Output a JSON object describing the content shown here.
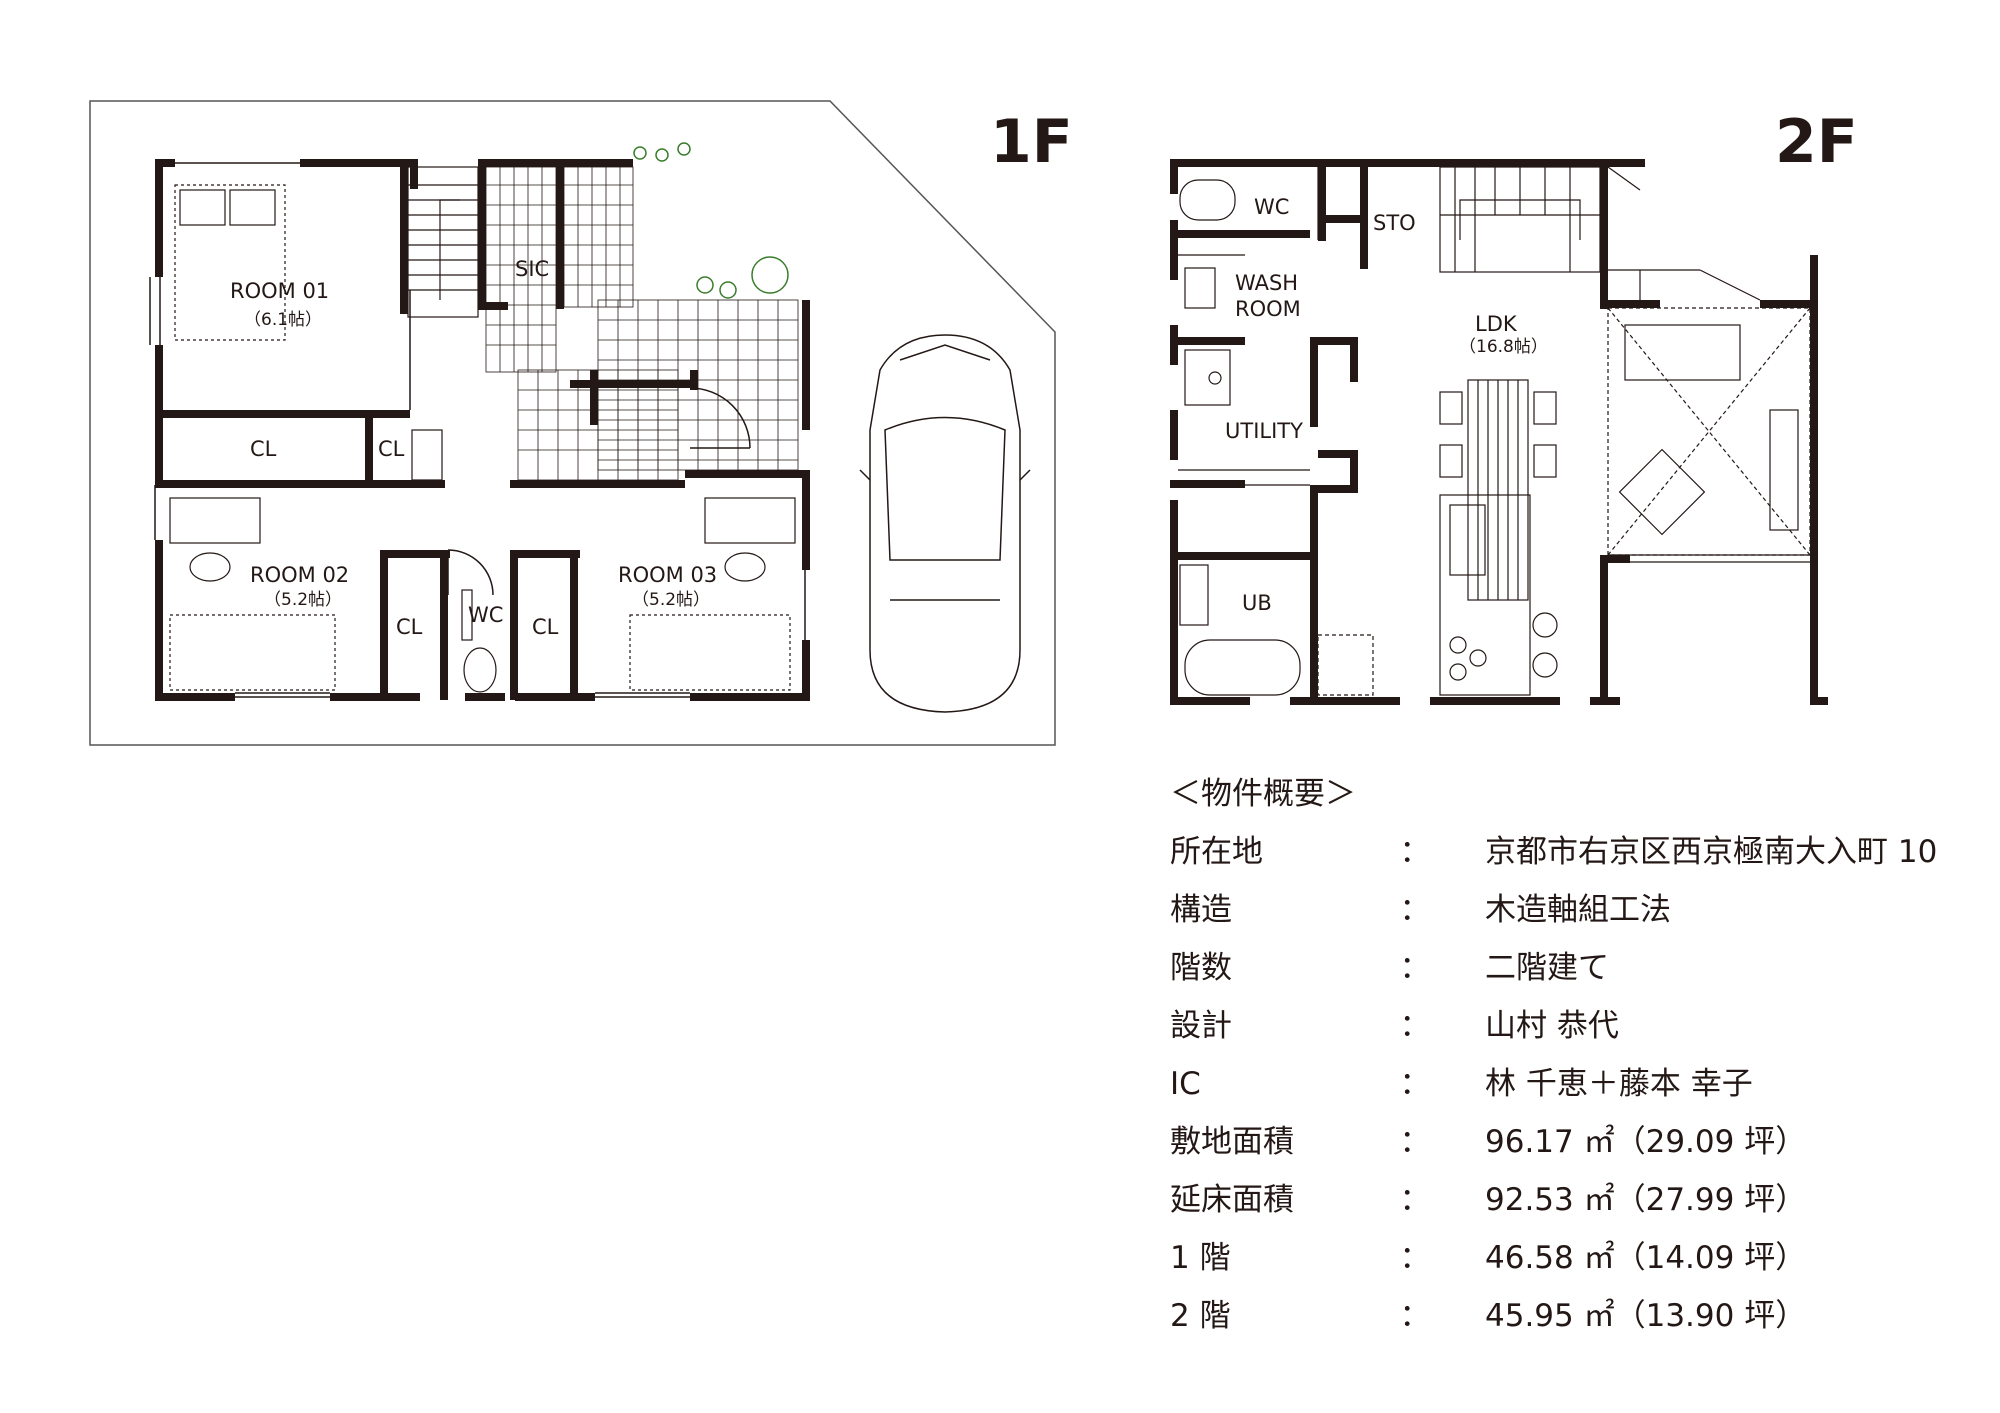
{
  "floors": [
    {
      "title": "1F"
    },
    {
      "title": "2F"
    }
  ],
  "rooms_1f": [
    {
      "name": "ROOM 01",
      "area": "（6.1帖）"
    },
    {
      "name": "CL"
    },
    {
      "name": "CL"
    },
    {
      "name": "SIC"
    },
    {
      "name": "ROOM 02",
      "area": "（5.2帖）"
    },
    {
      "name": "CL"
    },
    {
      "name": "WC"
    },
    {
      "name": "CL"
    },
    {
      "name": "ROOM 03",
      "area": "（5.2帖）"
    }
  ],
  "rooms_2f": [
    {
      "name": "WC"
    },
    {
      "name": "STO"
    },
    {
      "name": "WASH"
    },
    {
      "name": "ROOM"
    },
    {
      "name": "LDK",
      "area": "（16.8帖）"
    },
    {
      "name": "UTILITY"
    },
    {
      "name": "UB"
    }
  ],
  "spec": {
    "heading": "＜物件概要＞",
    "rows": [
      {
        "label": "所在地",
        "colon": "：",
        "value": "京都市右京区西京極南大入町 10"
      },
      {
        "label": "構造",
        "colon": "：",
        "value": "木造軸組工法"
      },
      {
        "label": "階数",
        "colon": "：",
        "value": "二階建て"
      },
      {
        "label": "設計",
        "colon": "：",
        "value": "山村 恭代"
      },
      {
        "label": "IC",
        "colon": "：",
        "value": "林 千恵＋藤本 幸子"
      },
      {
        "label": "敷地面積",
        "colon": "：",
        "value": "96.17 ㎡（29.09 坪）"
      },
      {
        "label": "延床面積",
        "colon": "：",
        "value": "92.53 ㎡（27.99 坪）"
      },
      {
        "label": "1 階",
        "colon": "：",
        "value": "46.58 ㎡（14.09 坪）"
      },
      {
        "label": "2 階",
        "colon": "：",
        "value": "45.95 ㎡（13.90 坪）"
      }
    ]
  }
}
